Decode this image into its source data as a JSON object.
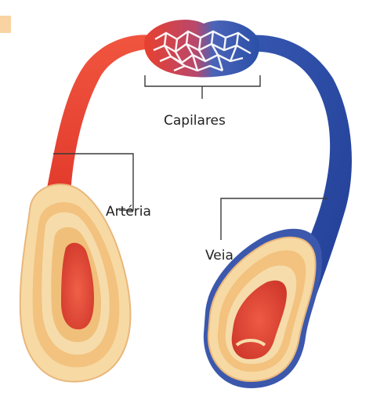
{
  "labels": {
    "capillaries": "Capilares",
    "artery": "Artéria",
    "vein": "Veia"
  },
  "colors": {
    "artery": "#e8402e",
    "artery_dark": "#c92c22",
    "vein": "#2b4fa8",
    "vein_light": "#4d73c8",
    "wall_outer": "#f4d59a",
    "wall_mid": "#f0c07a",
    "wall_layer": "#f6dfae",
    "lumen": "#e84a3a",
    "lumen_dark": "#c8342a",
    "leader_line": "#3a3a3a"
  }
}
